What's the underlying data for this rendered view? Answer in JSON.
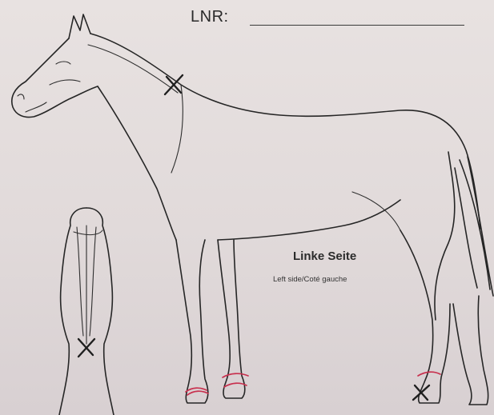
{
  "form": {
    "lnr_label": "LNR:",
    "lnr_value": ""
  },
  "view": {
    "title": "Linke Seite",
    "subtitle": "Left side/Coté gauche"
  },
  "markings": {
    "neck": "X",
    "front_leg": "X",
    "hind_fetlock": "X"
  },
  "colors": {
    "ink": "#262626",
    "marking_pink": "#c8304e",
    "paper": "#e4dede"
  }
}
